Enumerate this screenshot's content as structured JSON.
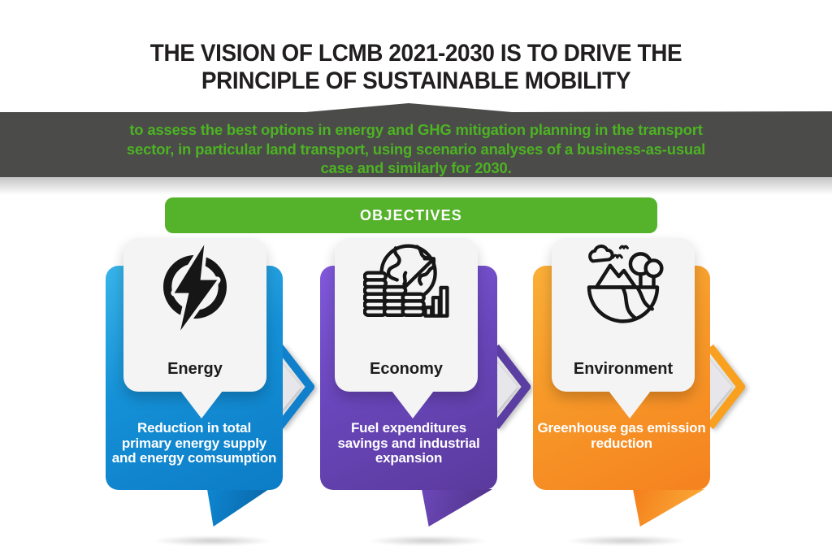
{
  "header": {
    "line1": "THE VISION OF LCMB 2021-2030 IS TO DRIVE THE",
    "line2": "PRINCIPLE OF SUSTAINABLE MOBILITY"
  },
  "banner": {
    "lines": [
      "to assess the best options in energy and GHG mitigation planning in the transport",
      "sector, in particular land transport, using scenario analyses of a business-as-usual",
      "case and similarly for 2030."
    ],
    "background": "#4B4B4A",
    "text_color": "#4CB322"
  },
  "objectives": {
    "label": "OBJECTIVES",
    "background": "#55B22B"
  },
  "cards": [
    {
      "id": "energy",
      "icon": "lightning-circle-icon",
      "title": "Energy",
      "description_lines": [
        "Reduction in total",
        "primary energy supply",
        "and energy comsumption"
      ],
      "colors": {
        "top": "#38B4E9",
        "bottom": "#0C7CC6",
        "chevron": "#1080CC",
        "fold": "#0A64A6"
      }
    },
    {
      "id": "economy",
      "icon": "globe-coins-chart-icon",
      "title": "Economy",
      "description_lines": [
        "Fuel expenditures",
        "savings and industrial",
        "expansion"
      ],
      "colors": {
        "top": "#8159DD",
        "bottom": "#5B3A9D",
        "chevron": "#5B3EA1",
        "fold": "#4E3187"
      }
    },
    {
      "id": "environment",
      "icon": "earth-nature-icon",
      "title": "Environment",
      "description_lines": [
        "Greenhouse gas emission",
        "reduction"
      ],
      "colors": {
        "top": "#FAAF37",
        "bottom": "#F5821F",
        "chevron": "#F9A01E",
        "fold": "#FBB13B"
      }
    }
  ],
  "palette": {
    "title_color": "#211E1F",
    "accent_green": "#55B22B",
    "bubble_background": "#F4F4F4",
    "icon_black": "#161616"
  }
}
